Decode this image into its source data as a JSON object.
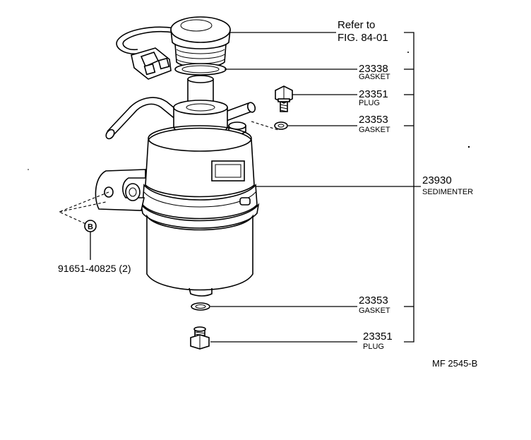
{
  "reference": {
    "line1": "Refer to",
    "line2": "FIG. 84-01"
  },
  "callouts": [
    {
      "part_no": "23338",
      "name": "GASKET"
    },
    {
      "part_no": "23351",
      "name": "PLUG"
    },
    {
      "part_no": "23353",
      "name": "GASKET"
    },
    {
      "part_no": "23930",
      "name": "SEDIMENTER"
    },
    {
      "part_no": "23353",
      "name": "GASKET"
    },
    {
      "part_no": "23351",
      "name": "PLUG"
    }
  ],
  "bolt": {
    "symbol": "B",
    "part_no": "91651-40825 (2)"
  },
  "figure_code": "MF  2545-B"
}
